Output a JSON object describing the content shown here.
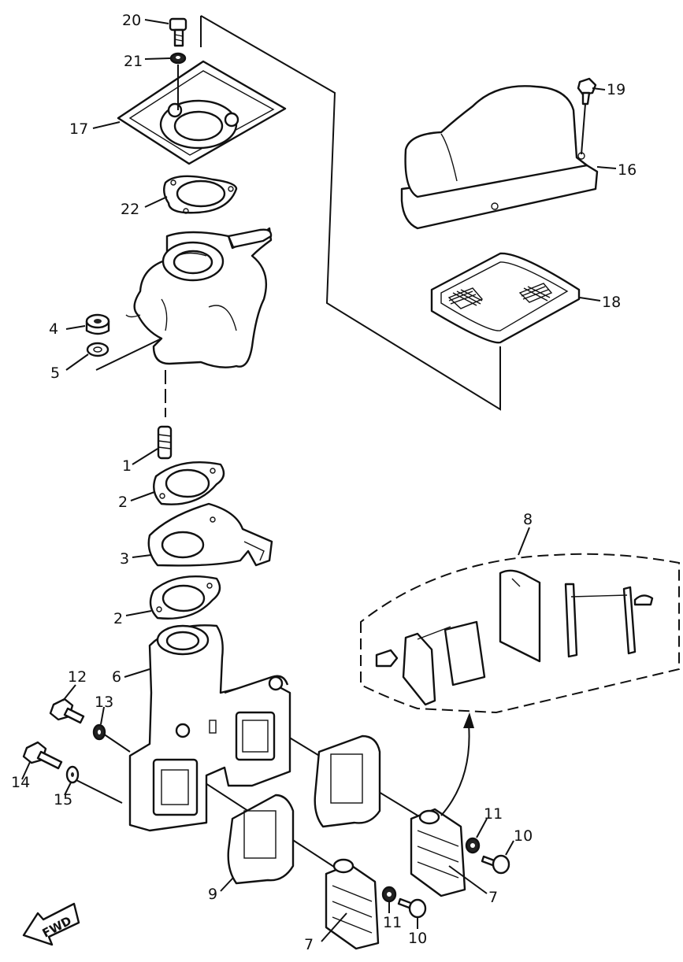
{
  "diagram": {
    "callouts": {
      "p1": "1",
      "p2a": "2",
      "p2b": "2",
      "p3": "3",
      "p4": "4",
      "p5": "5",
      "p6": "6",
      "p7a": "7",
      "p7b": "7",
      "p8": "8",
      "p9": "9",
      "p10a": "10",
      "p10b": "10",
      "p11a": "11",
      "p11b": "11",
      "p12": "12",
      "p13": "13",
      "p14": "14",
      "p15": "15",
      "p16": "16",
      "p17": "17",
      "p18": "18",
      "p19": "19",
      "p20": "20",
      "p21": "21",
      "p22": "22"
    },
    "direction_badge": "FWD"
  }
}
